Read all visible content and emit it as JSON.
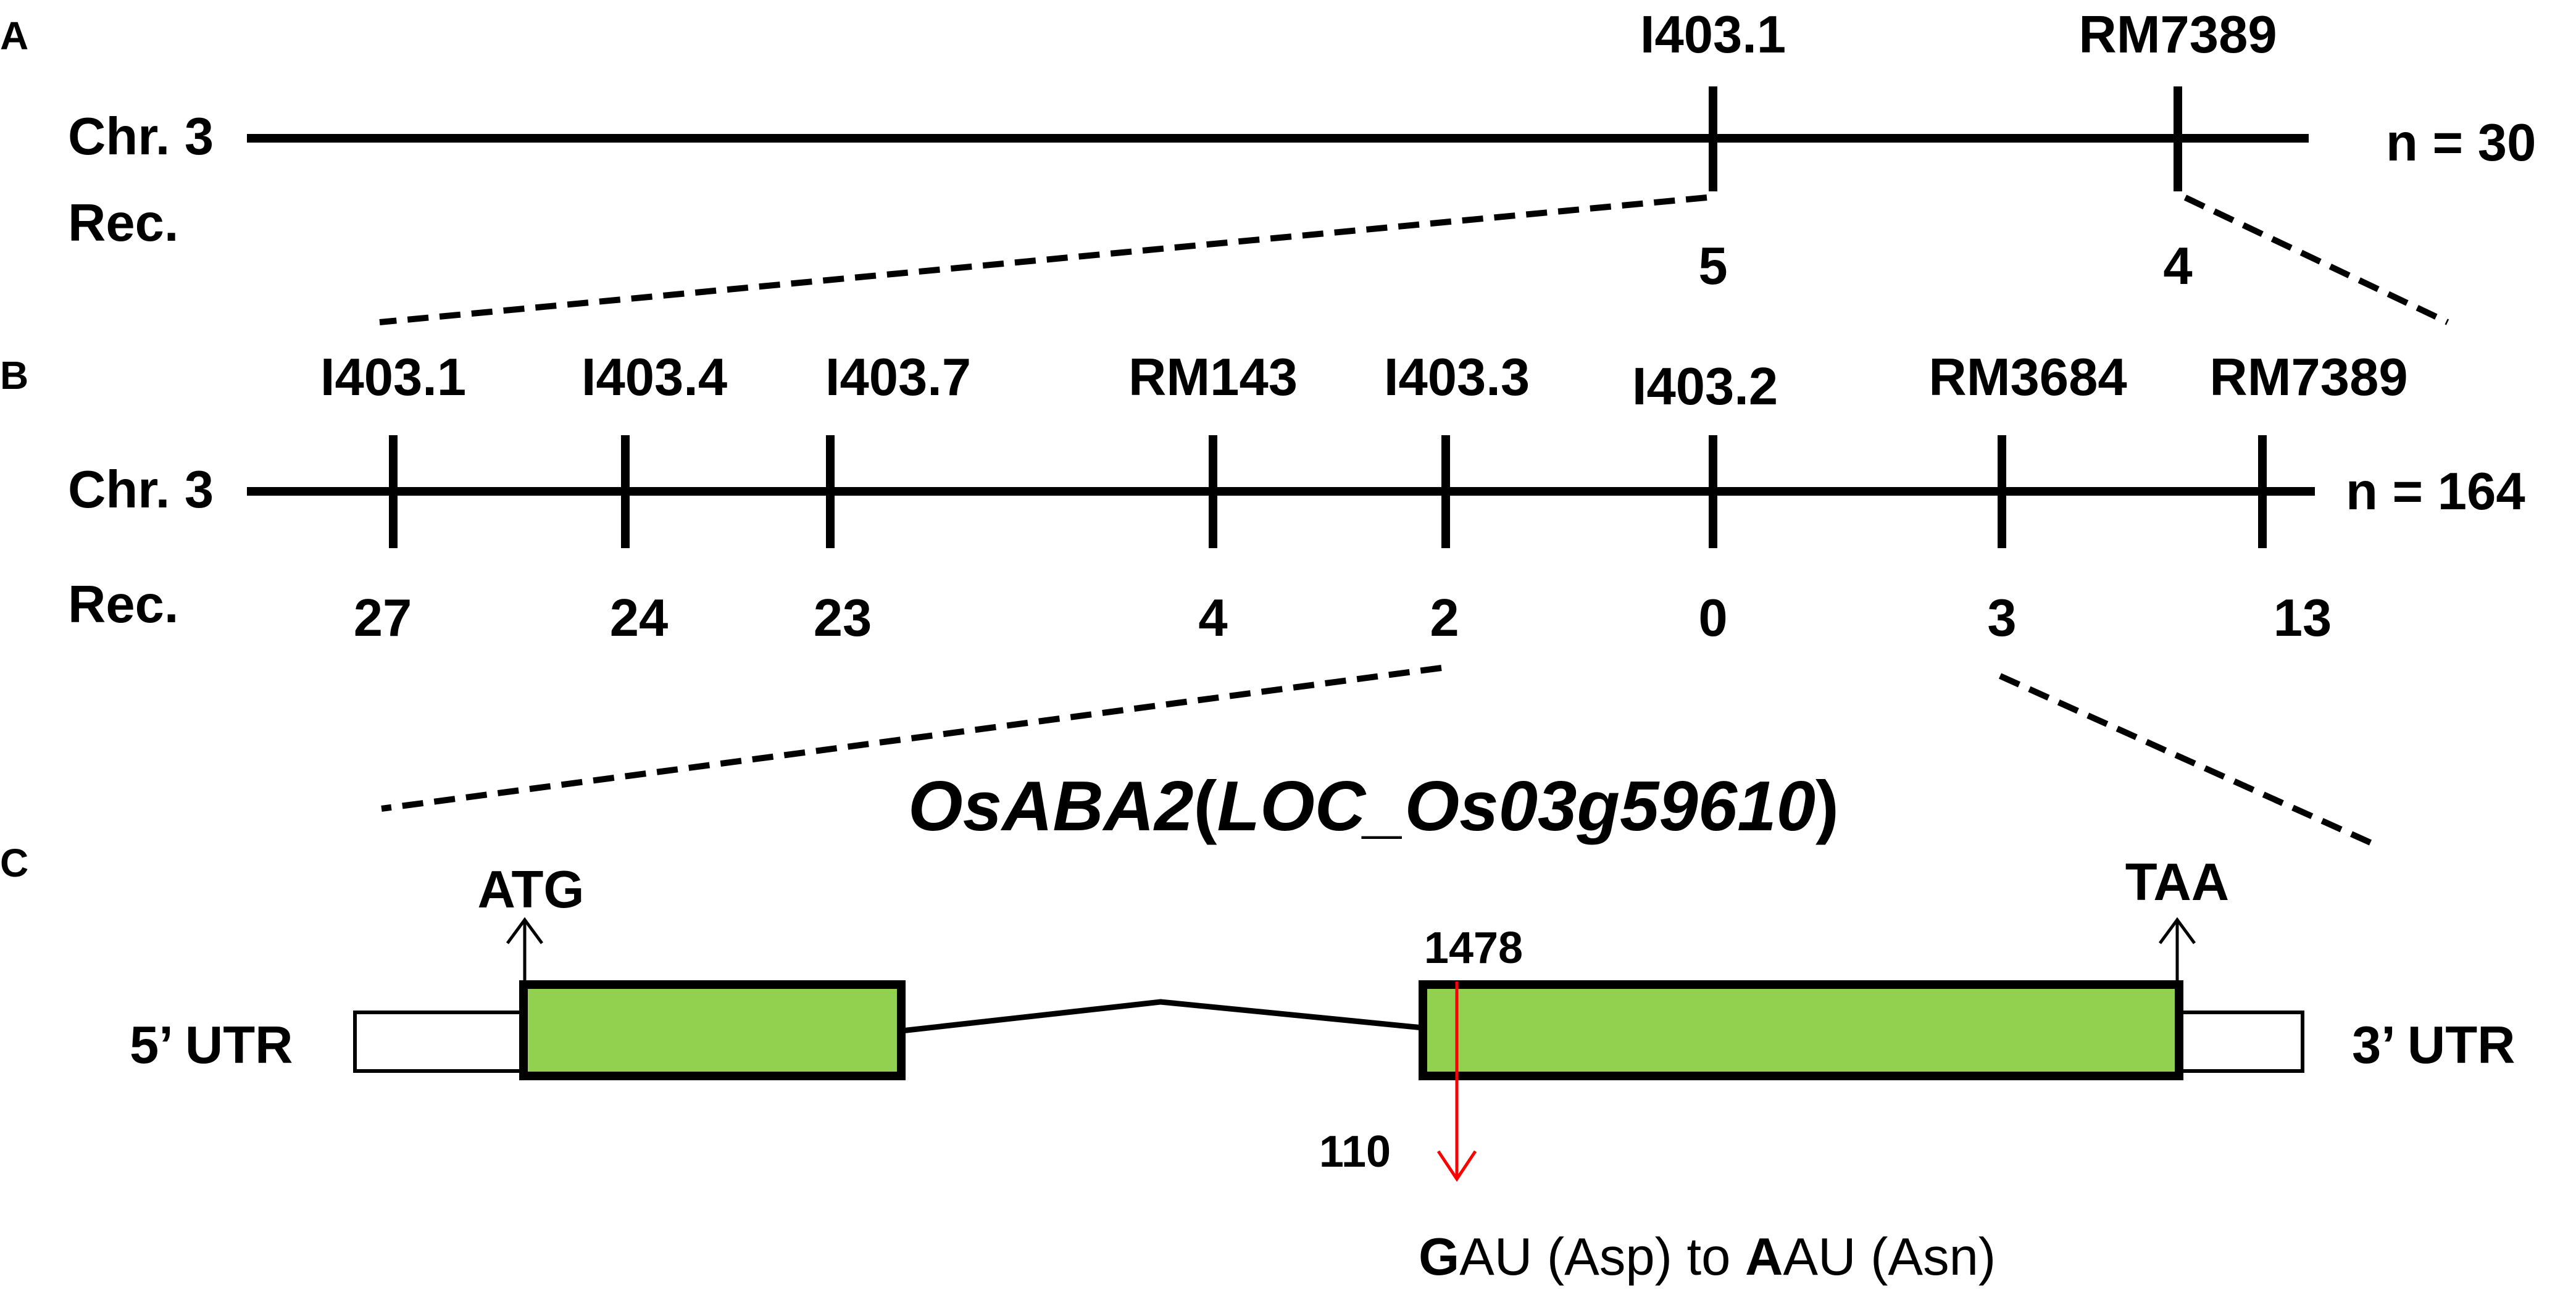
{
  "panels": {
    "A": {
      "letter": "A",
      "chr_label": "Chr. 3",
      "rec_label": "Rec.",
      "n_label": "n = 30",
      "markers": [
        {
          "name": "I403.1",
          "rec": "5"
        },
        {
          "name": "RM7389",
          "rec": "4"
        }
      ]
    },
    "B": {
      "letter": "B",
      "chr_label": "Chr. 3",
      "rec_label": "Rec.",
      "n_label": "n = 164",
      "markers": [
        {
          "name": "I403.1",
          "rec": "27"
        },
        {
          "name": "I403.4",
          "rec": "24"
        },
        {
          "name": "I403.7",
          "rec": "23"
        },
        {
          "name": "RM143",
          "rec": "4"
        },
        {
          "name": "I403.3",
          "rec": "2"
        },
        {
          "name": "I403.2",
          "rec": "0"
        },
        {
          "name": "RM3684",
          "rec": "3"
        },
        {
          "name": "RM7389",
          "rec": "13"
        }
      ]
    },
    "C": {
      "letter": "C",
      "gene_name": "OsABA2",
      "gene_paren_open": "(",
      "gene_locus": "LOC_Os03g59610",
      "gene_paren_close": ")",
      "utr5": "5’ UTR",
      "utr3": "3’ UTR",
      "start_codon": "ATG",
      "stop_codon": "TAA",
      "mutation_position": "1478",
      "mutation_residue": "110",
      "mutation_text": {
        "from_bold": "G",
        "from_rest": "AU (Asp) to ",
        "to_bold": "A",
        "to_rest": "AU (Asn)"
      },
      "exon_color": "#92d050",
      "mutation_color": "#ff0000"
    }
  }
}
